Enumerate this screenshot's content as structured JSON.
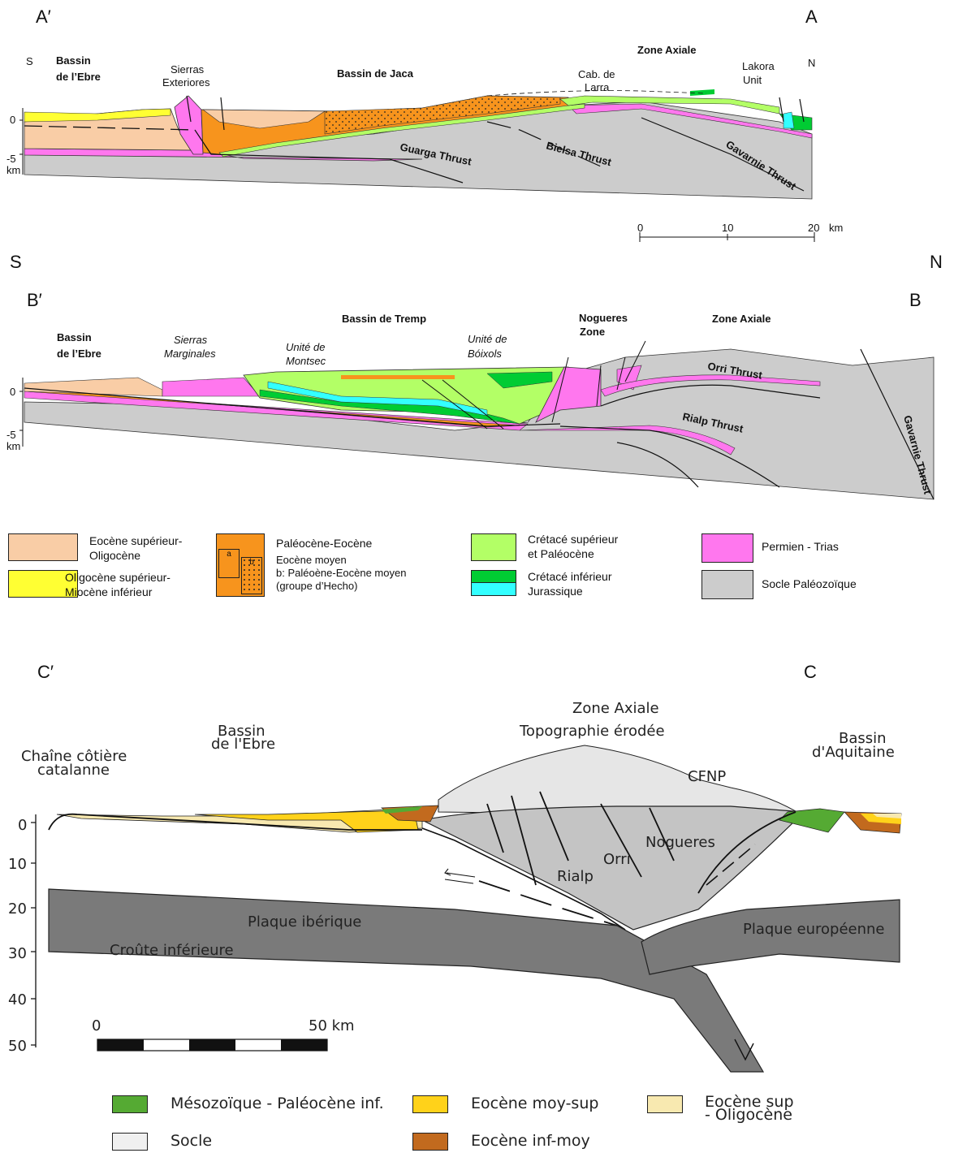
{
  "sectionA": {
    "end_left": "A′",
    "end_right": "A",
    "dir_s": "S",
    "dir_n": "N",
    "bassin_ebre": [
      "Bassin",
      "de l’Ebre"
    ],
    "sierras": [
      "Sierras",
      "Exteriores"
    ],
    "bassin_jaca": "Bassin de Jaca",
    "zone_axiale": "Zone Axiale",
    "cab_larra": [
      "Cab. de",
      "Larra"
    ],
    "lakora": [
      "Lakora",
      "Unit"
    ],
    "guarga": "Guarga Thrust",
    "bielsa": "Bielsa Thrust",
    "gavarnie": "Gavarnie Thrust",
    "depth_labels": [
      "0",
      "-5",
      "km"
    ],
    "scale": {
      "ticks": [
        "0",
        "10",
        "20"
      ],
      "unit": "km"
    }
  },
  "orientation": {
    "s": "S",
    "n": "N"
  },
  "sectionB": {
    "end_left": "B′",
    "end_right": "B",
    "bassin_ebre": [
      "Bassin",
      "de l’Ebre"
    ],
    "sierras": [
      "Sierras",
      "Marginales"
    ],
    "montsec": [
      "Unité de",
      "Montsec"
    ],
    "bassin_tremp": "Bassin de Tremp",
    "boixols": [
      "Unité de",
      "Bóixols"
    ],
    "nogueres": [
      "Nogueres",
      "Zone"
    ],
    "zone_axiale": "Zone Axiale",
    "orri": "Orri Thrust",
    "rialp": "Rialp Thrust",
    "gavarnie": "Gavarnie Thrust",
    "depth_labels": [
      "0",
      "-5",
      "km"
    ]
  },
  "legend1": [
    {
      "color": "#f9cda6",
      "lines": [
        "Eocène supérieur-",
        "Oligocène"
      ]
    },
    {
      "color": "#ffff33",
      "lines": [
        "Oligocène supérieur-",
        "Miocène inférieur"
      ]
    },
    {
      "color": "#f7941d",
      "lines": [
        "Paléocène-Eocène",
        "Eocène moyen",
        "b: Paléoène-Eocène moyen",
        "(groupe d’Hecho)"
      ],
      "inset": [
        "a",
        "b"
      ]
    },
    {
      "color": "#b3ff66",
      "lines": [
        "Crétacé supérieur",
        "et Paléocène"
      ]
    },
    {
      "color": "#00cc33",
      "color2": "#33ffff",
      "lines": [
        "Crétacé inférieur",
        "Jurassique"
      ]
    },
    {
      "color": "#ff77ee",
      "lines": [
        "Permien - Trias"
      ]
    },
    {
      "color": "#cccccc",
      "lines": [
        "Socle Paléozoïque"
      ]
    }
  ],
  "sectionC": {
    "end_left": "C′",
    "end_right": "C",
    "catalan": [
      "Chaîne côtière",
      "catalanne"
    ],
    "bassin_ebre": [
      "Bassin",
      "de l'Ebre"
    ],
    "zone_axiale": [
      "Zone Axiale",
      "Topographie érodée"
    ],
    "aquitaine": [
      "Bassin",
      "d'Aquitaine"
    ],
    "cfnp": "CFNP",
    "nogueres": "Nogueres",
    "orri": "Orri",
    "rialp": "Rialp",
    "plaque_iberique": "Plaque ibérique",
    "croute": "Croûte inférieure",
    "plaque_europeenne": "Plaque européenne",
    "depth_ticks": [
      "0",
      "10",
      "20",
      "30",
      "40",
      "50"
    ],
    "scale": {
      "start": "0",
      "end": "50 km"
    }
  },
  "legend2": [
    {
      "color": "#55aa33",
      "label": "Mésozoïque - Paléocène inf."
    },
    {
      "color": "#ffd21a",
      "label": "Eocène moy-sup"
    },
    {
      "color": "#f8e9b0",
      "label": "Eocène sup\n- Oligocène"
    },
    {
      "color": "#f0f0f0",
      "label": "Socle"
    },
    {
      "color": "#c26a1e",
      "label": "Eocène inf-moy"
    }
  ]
}
